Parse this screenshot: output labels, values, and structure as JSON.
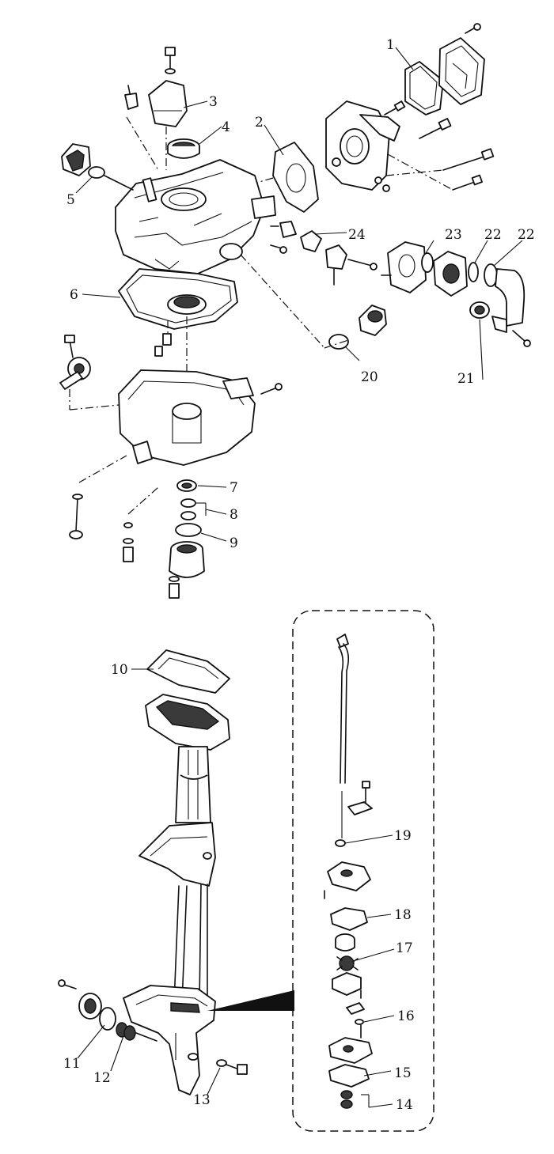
{
  "diagram": {
    "labels": {
      "l1": "1",
      "l2": "2",
      "l3": "3",
      "l4": "4",
      "l5": "5",
      "l6": "6",
      "l7": "7",
      "l8": "8",
      "l9": "9",
      "l10": "10",
      "l11": "11",
      "l12": "12",
      "l13": "13",
      "l14": "14",
      "l15": "15",
      "l16": "16",
      "l17": "17",
      "l18": "18",
      "l19": "19",
      "l20": "20",
      "l21": "21",
      "l22a": "22",
      "l22b": "22",
      "l23": "23",
      "l24": "24"
    }
  }
}
